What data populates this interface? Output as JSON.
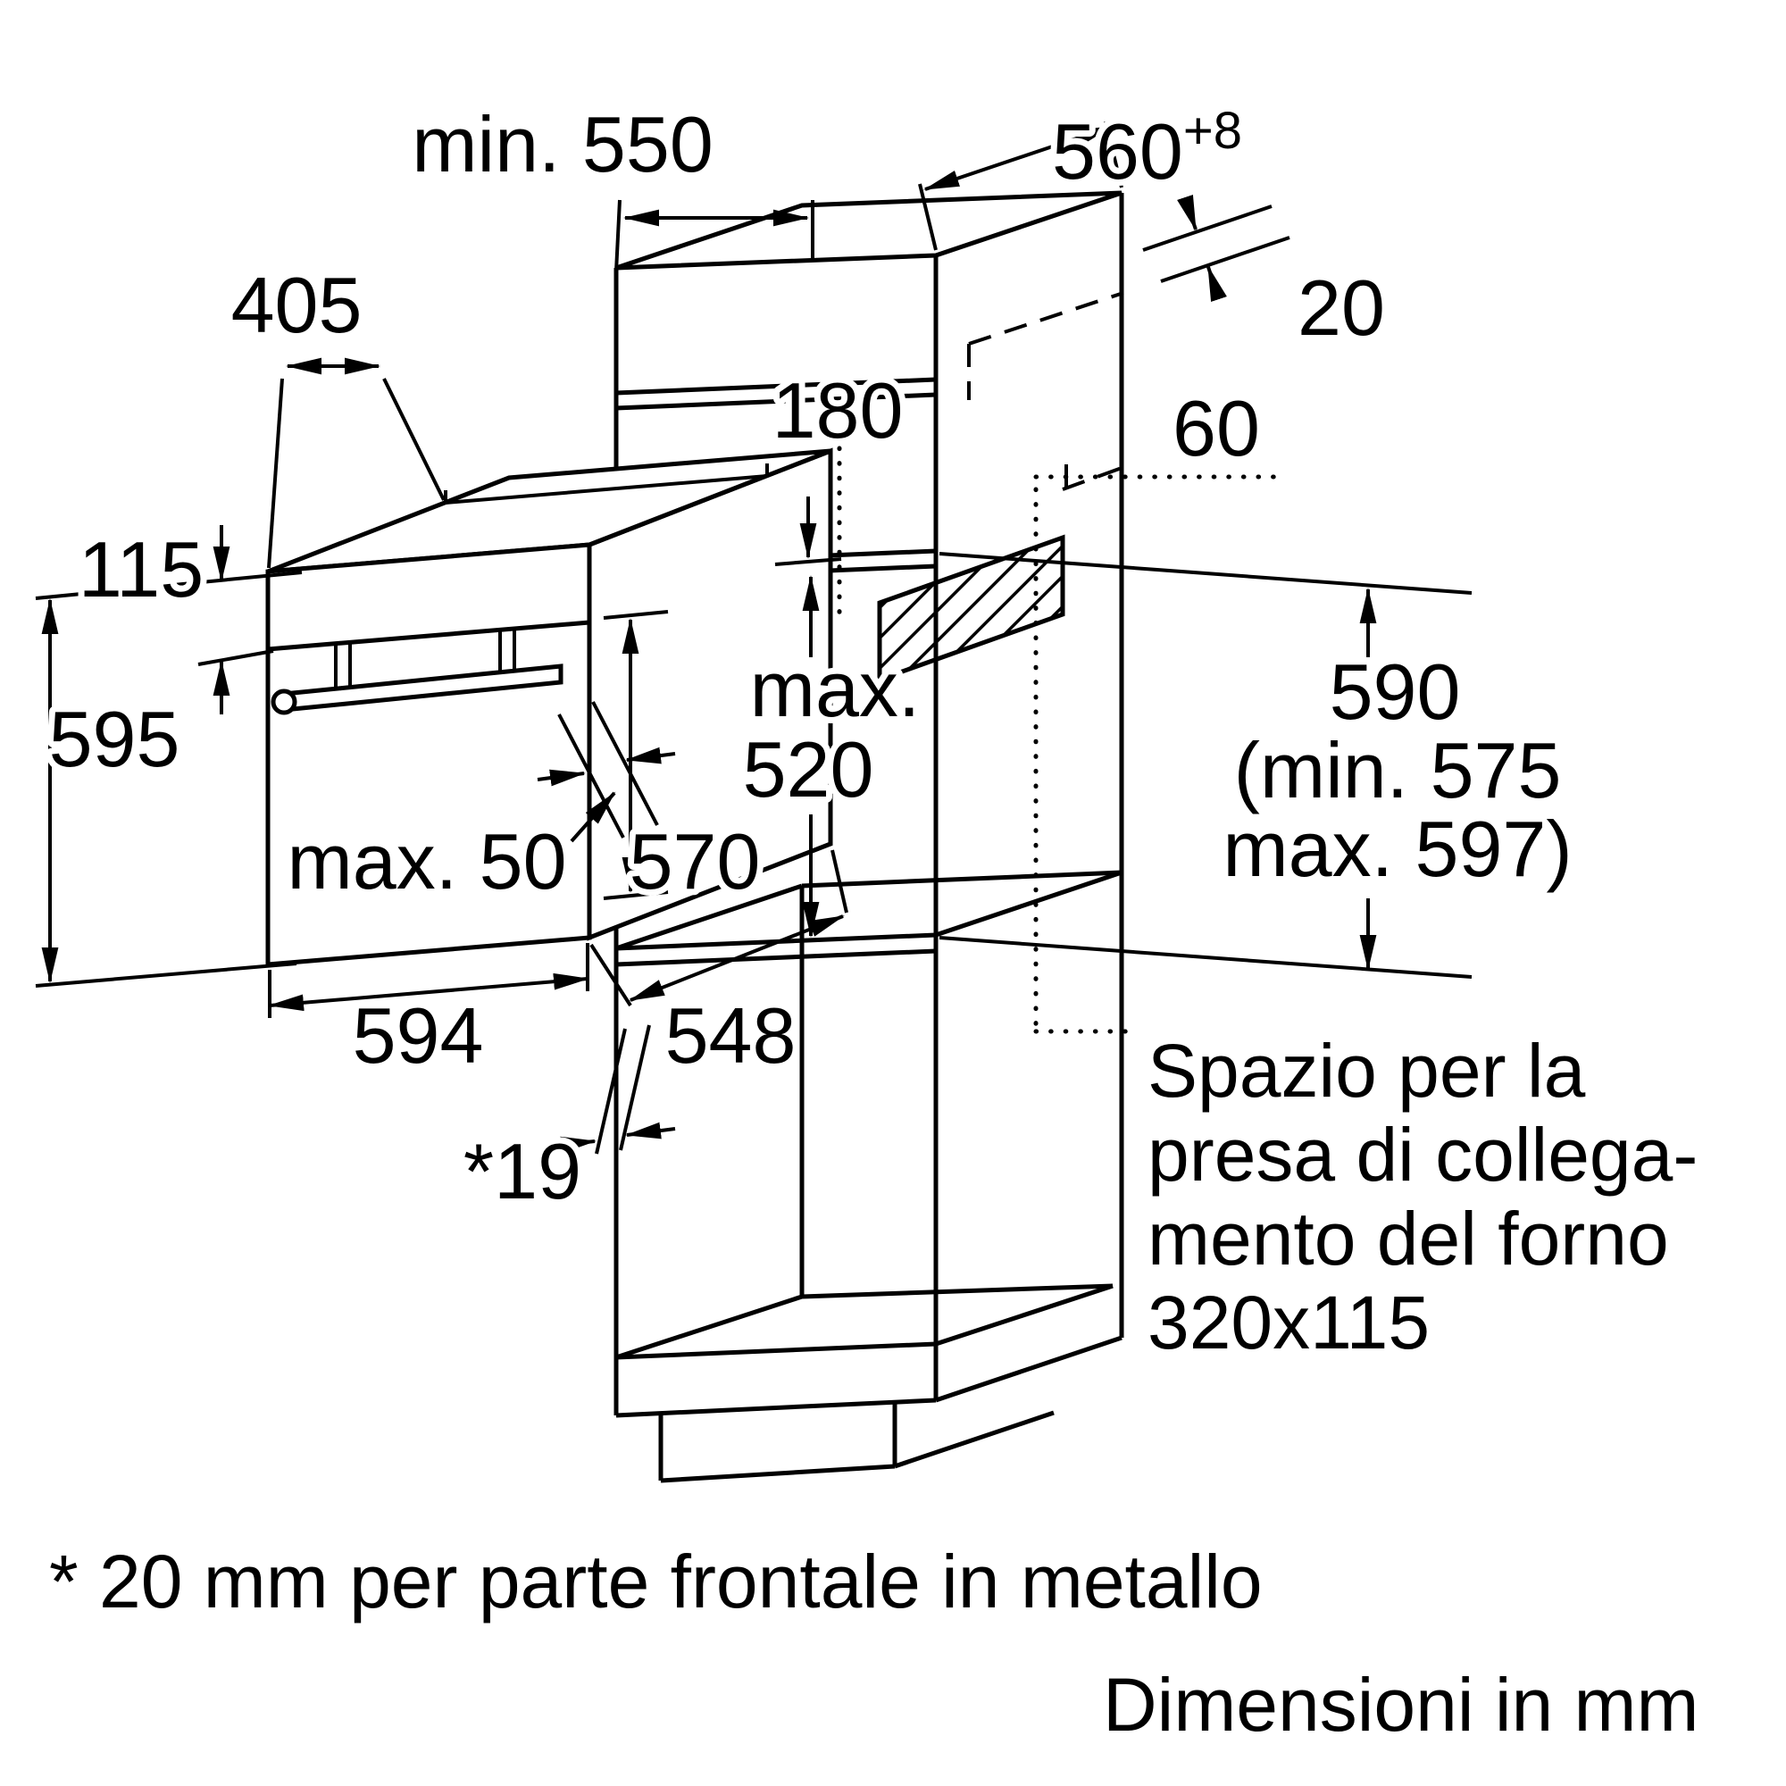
{
  "diagram": {
    "dimensions": {
      "niche_width": "min. 550",
      "depth_560": "560",
      "depth_560_tol": "+8",
      "top_405": "405",
      "panel_20": "20",
      "gap_180": "180",
      "socket_depth_60": "60",
      "panel_115": "115",
      "oven_height_595": "595",
      "niche_max_label": "max.",
      "niche_max_value": "520",
      "side_590": "590",
      "side_590_min": "(min. 575",
      "side_590_max": "max. 597)",
      "handle_max50": "max. 50",
      "depth_570": "570",
      "width_594": "594",
      "depth_548": "548",
      "front_19": "*19"
    },
    "socket_note": [
      "Spazio per la",
      "presa di collega-",
      "mento del forno",
      "320x115"
    ],
    "footnote": "* 20 mm per parte frontale in metallo",
    "units": "Dimensioni in mm",
    "colors": {
      "ink": "#000000",
      "paper": "#ffffff"
    }
  }
}
